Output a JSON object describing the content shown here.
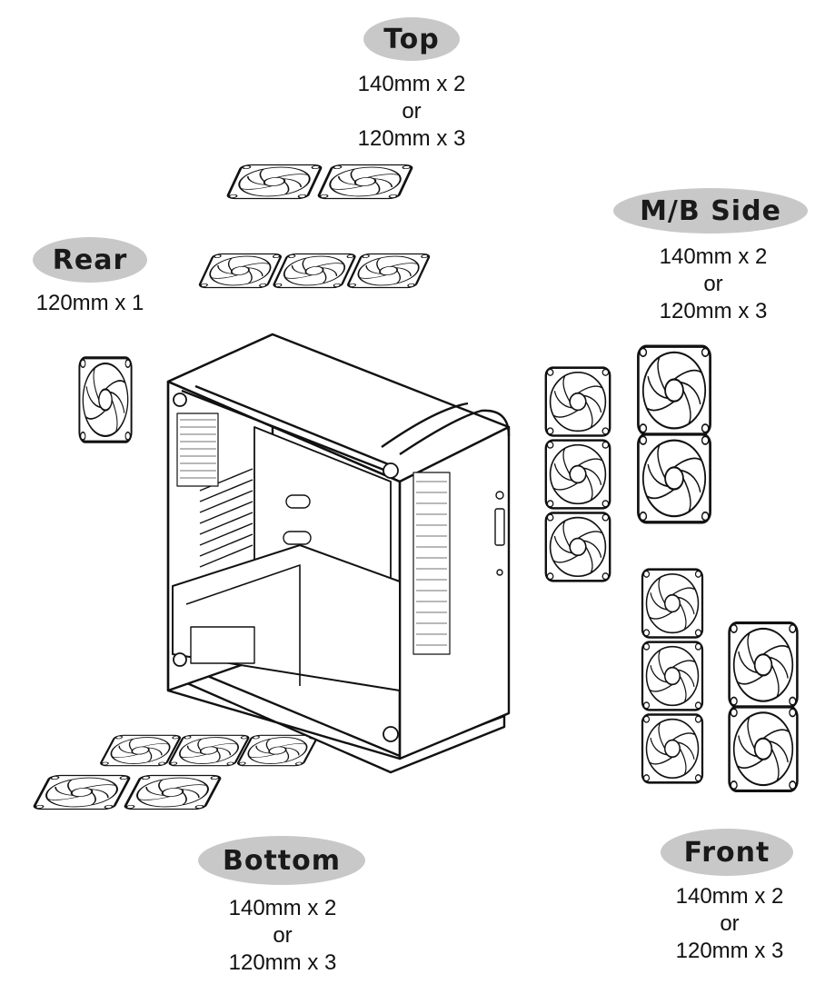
{
  "labels": {
    "top": {
      "name": "Top",
      "lines": [
        "140mm x 2",
        "or",
        "120mm x 3"
      ]
    },
    "rear": {
      "name": "Rear",
      "lines": [
        "120mm x 1"
      ]
    },
    "mbside": {
      "name": "M/B Side",
      "lines": [
        "140mm x 2",
        "or",
        "120mm x 3"
      ]
    },
    "bottom": {
      "name": "Bottom",
      "lines": [
        "140mm x 2",
        "or",
        "120mm x 3"
      ]
    },
    "front": {
      "name": "Front",
      "lines": [
        "140mm x 2",
        "or",
        "120mm x 3"
      ]
    }
  },
  "colors": {
    "pill": "#c8c8c8",
    "ink": "#1a1a1a"
  }
}
